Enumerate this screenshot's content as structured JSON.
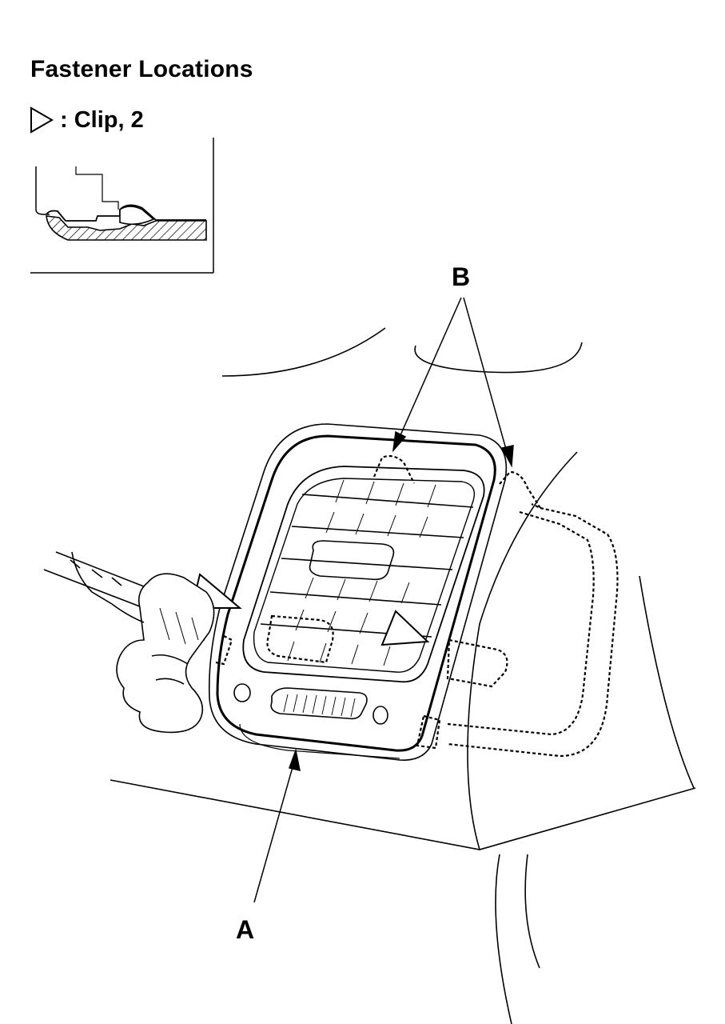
{
  "title": "Fastener Locations",
  "legend": {
    "symbol_icon": "hollow-triangle-icon",
    "text": ": Clip, 2"
  },
  "callouts": {
    "a": "A",
    "b": "B"
  }
}
